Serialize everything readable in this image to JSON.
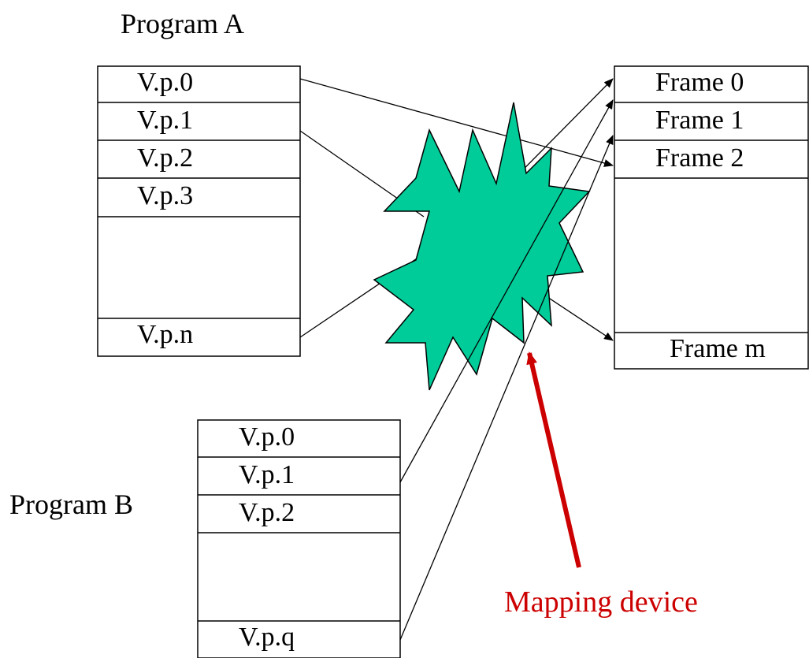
{
  "program_a": {
    "title": "Program A",
    "pages": [
      "V.p.0",
      "V.p.1",
      "V.p.2",
      "V.p.3",
      "V.p.n"
    ]
  },
  "program_b": {
    "title": "Program B",
    "pages": [
      "V.p.0",
      "V.p.1",
      "V.p.2",
      "V.p.q"
    ]
  },
  "memory": {
    "frames": [
      "Frame 0",
      "Frame 1",
      "Frame 2",
      "Frame m"
    ]
  },
  "mapping_device": {
    "label": "Mapping device",
    "label_color": "#cc0000",
    "starburst_color": "#00cc99"
  }
}
